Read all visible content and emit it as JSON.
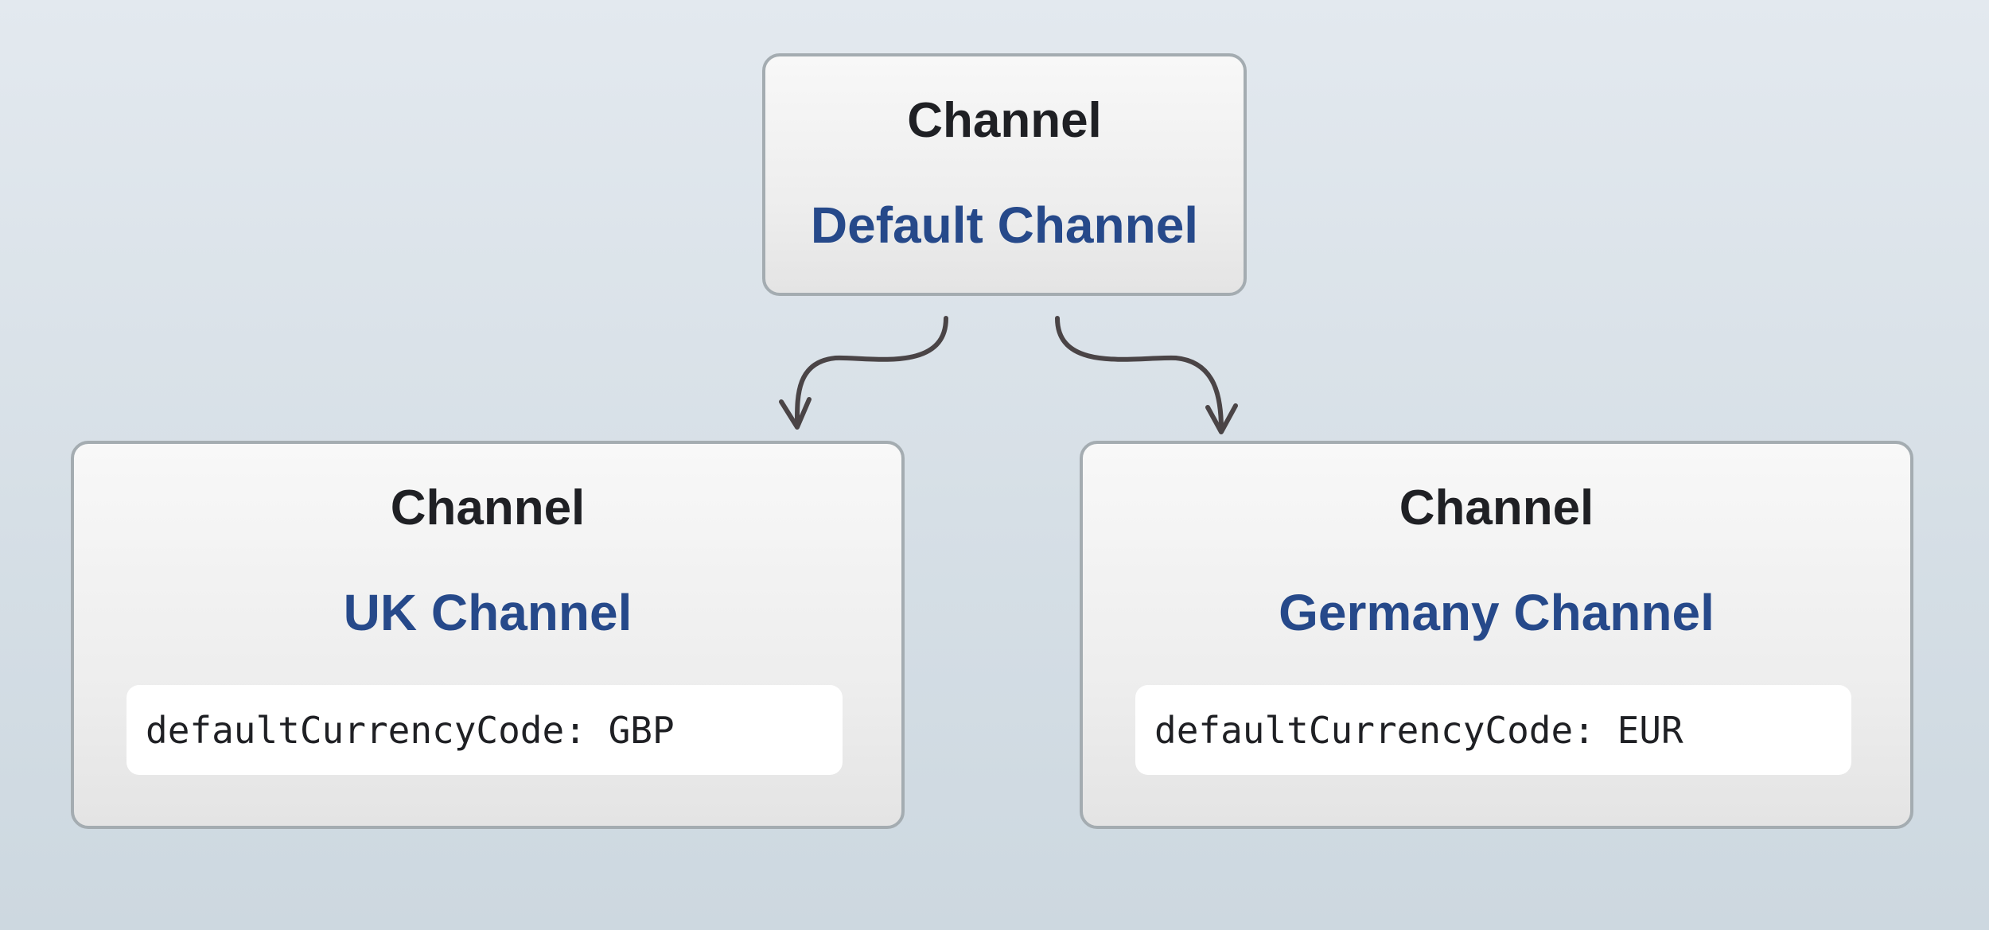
{
  "colors": {
    "background": "#dbe3ea",
    "node_border": "#a4acb1",
    "node_fill": "#f1f1f1",
    "type_text": "#1f2024",
    "name_text": "#26498a",
    "arrow": "#4a4446"
  },
  "nodes": {
    "default": {
      "type": "Channel",
      "name": "Default Channel"
    },
    "uk": {
      "type": "Channel",
      "name": "UK Channel",
      "property": "defaultCurrencyCode: GBP"
    },
    "germany": {
      "type": "Channel",
      "name": "Germany Channel",
      "property": "defaultCurrencyCode: EUR"
    }
  },
  "edges": [
    {
      "from": "default",
      "to": "uk"
    },
    {
      "from": "default",
      "to": "germany"
    }
  ]
}
